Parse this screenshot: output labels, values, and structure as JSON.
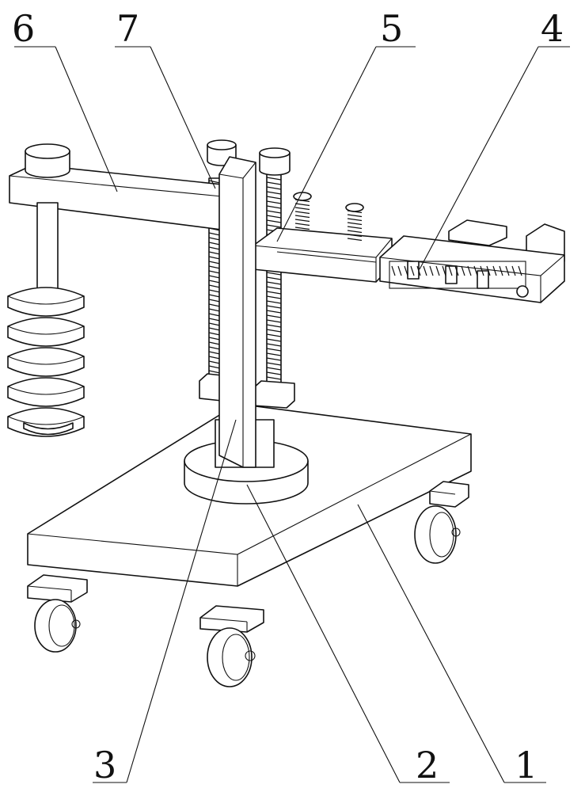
{
  "labels": {
    "top": [
      "6",
      "7",
      "5",
      "4"
    ],
    "bottom": [
      "3",
      "2",
      "1"
    ]
  }
}
